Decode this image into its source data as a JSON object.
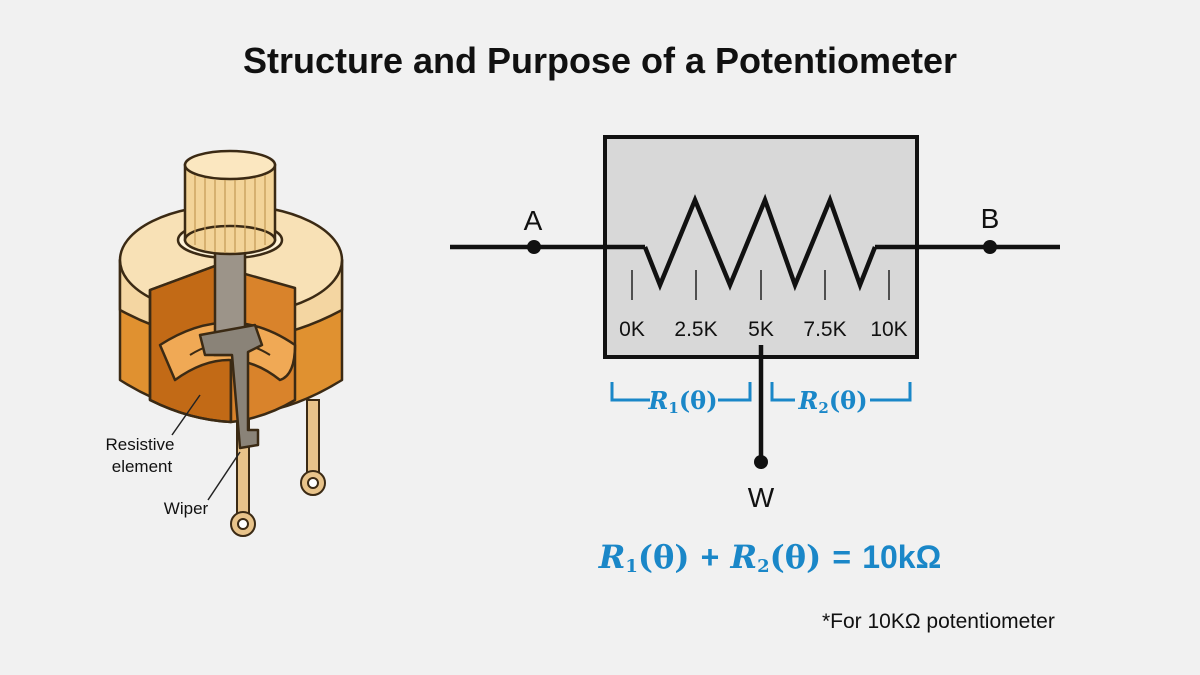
{
  "title": "Structure and Purpose of a Potentiometer",
  "illustration": {
    "label_resistive_line1": "Resistive",
    "label_resistive_line2": "element",
    "label_wiper": "Wiper"
  },
  "schematic": {
    "terminal_a": "A",
    "terminal_b": "B",
    "terminal_w": "W",
    "scale": [
      "0K",
      "2.5K",
      "5K",
      "7.5K",
      "10K"
    ],
    "r1_symbol": "R",
    "r1_sub": "1",
    "r2_symbol": "R",
    "r2_sub": "2",
    "theta": "(θ)"
  },
  "equation": {
    "r1": "R",
    "r1_sub": "1",
    "r2": "R",
    "r2_sub": "2",
    "theta": "(θ)",
    "plus": "+",
    "equals": "=",
    "value": "10kΩ"
  },
  "footnote": "*For 10KΩ potentiometer",
  "colors": {
    "accent": "#1a87c8",
    "body_light": "#f6dcac",
    "body_dark": "#e0952f",
    "metal": "#8a8378"
  }
}
